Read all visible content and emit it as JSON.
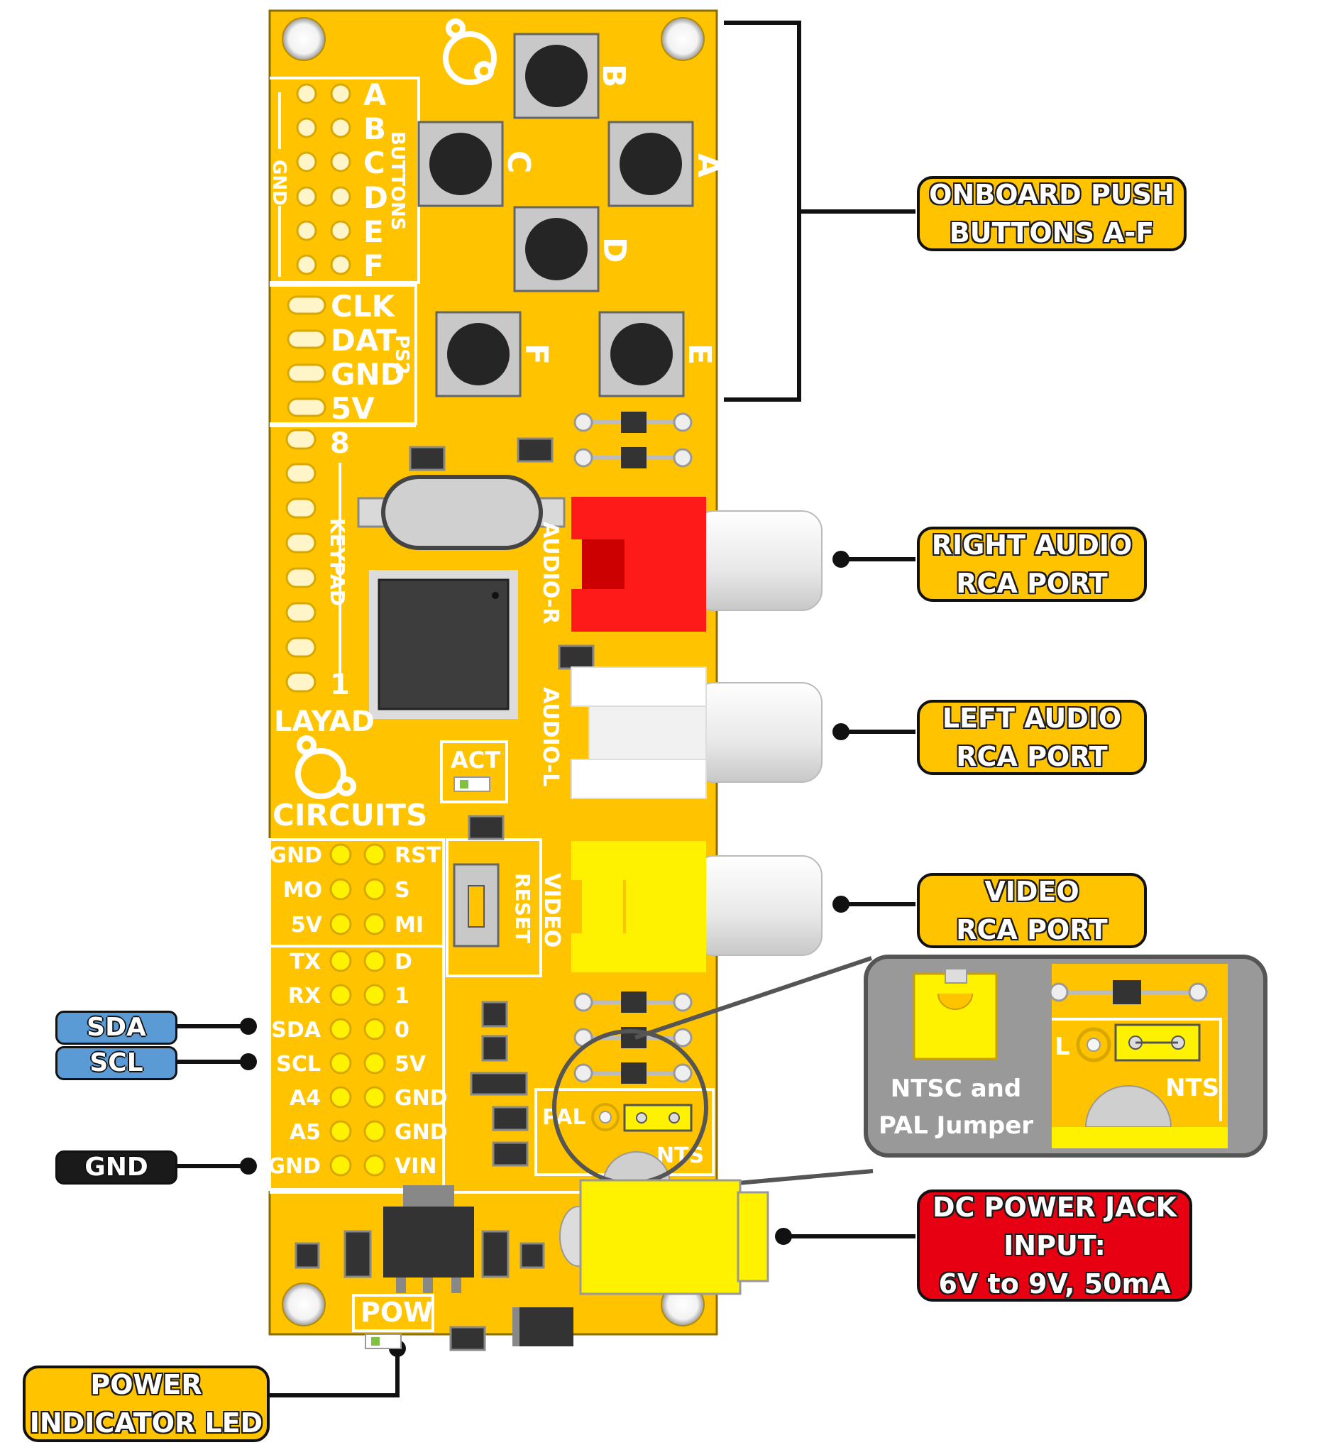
{
  "board": {
    "button_letters": [
      "A",
      "B",
      "C",
      "D",
      "E",
      "F"
    ],
    "buttons_header": "BUTTONS",
    "gnd_label": "GND",
    "ps2_pins": [
      "CLK",
      "DAT",
      "GND",
      "5V"
    ],
    "ps2_label": "PS2",
    "keypad_top": "8",
    "keypad_bottom": "1",
    "keypad_label": "KEYPAD",
    "logo_top": "LAYAD",
    "logo_bottom": "CIRCUITS",
    "act_label": "ACT",
    "audio_r_label": "AUDIO-R",
    "audio_l_label": "AUDIO-L",
    "video_label": "VIDEO",
    "reset_label": "RESET",
    "icsp_left": [
      "GND",
      "MO",
      "5V"
    ],
    "icsp_right": [
      "RST",
      "S",
      "MI"
    ],
    "io_left": [
      "TX",
      "RX",
      "SDA",
      "SCL",
      "A4",
      "A5",
      "GND"
    ],
    "io_right": [
      "D",
      "1",
      "0",
      "5V",
      "GND",
      "GND",
      "VIN"
    ],
    "pal_label": "PAL",
    "nts_label": "NTS",
    "pow_label": "POW"
  },
  "callouts": {
    "buttons": [
      "ONBOARD PUSH",
      "BUTTONS A-F"
    ],
    "right_audio": [
      "RIGHT AUDIO",
      "RCA PORT"
    ],
    "left_audio": [
      "LEFT AUDIO",
      "RCA PORT"
    ],
    "video": [
      "VIDEO",
      "RCA PORT"
    ],
    "jumper": [
      "NTSC and",
      "PAL Jumper"
    ],
    "jumper_zoom_label": "NTS",
    "jumper_zoom_left": "L",
    "dc_power": [
      "DC POWER JACK",
      "INPUT:",
      "6V to 9V, 50mA"
    ],
    "power_led": [
      "POWER",
      "INDICATOR LED"
    ]
  },
  "pin_tags": {
    "sda": "SDA",
    "scl": "SCL",
    "gnd": "GND"
  },
  "colors": {
    "board": "#FFC300",
    "callout_yellow": "#FFC300",
    "callout_red": "#E60012",
    "tag_blue": "#5B9BD5",
    "tag_black": "#1a1a1a",
    "rca_red": "#FF1A1A",
    "rca_white": "#FFFFFF",
    "rca_yellow": "#FFF200"
  }
}
